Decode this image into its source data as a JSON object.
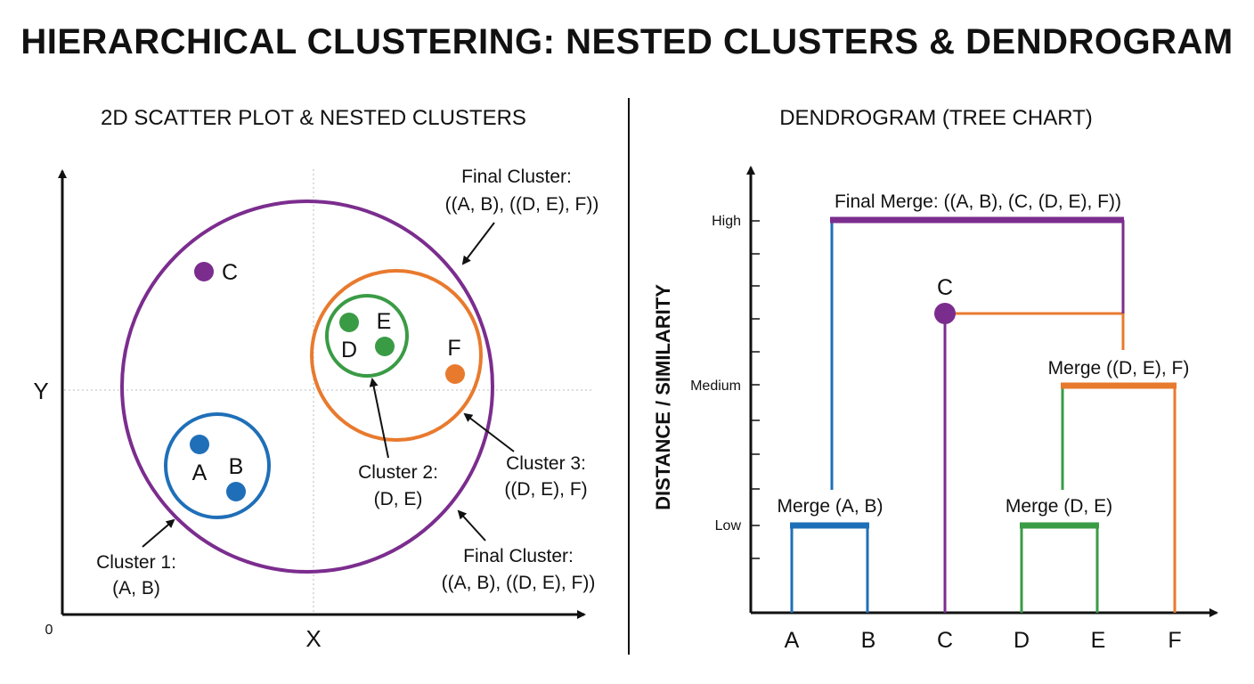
{
  "title": "HIERARCHICAL CLUSTERING: NESTED CLUSTERS & DENDROGRAM",
  "colors": {
    "purple": "#7b2d8e",
    "blue": "#1f6fb8",
    "green": "#3a9b45",
    "orange": "#e87a2e",
    "axis": "#111111",
    "gridline": "#bbbbbb"
  },
  "scatter": {
    "title": "2D SCATTER PLOT & NESTED CLUSTERS",
    "x_label": "X",
    "y_label": "Y",
    "origin_label": "0",
    "points": [
      {
        "label": "A",
        "color": "blue"
      },
      {
        "label": "B",
        "color": "blue"
      },
      {
        "label": "C",
        "color": "purple"
      },
      {
        "label": "D",
        "color": "green"
      },
      {
        "label": "E",
        "color": "green"
      },
      {
        "label": "F",
        "color": "orange"
      }
    ],
    "annotations": {
      "final_top": [
        "Final Cluster:",
        "((A, B), ((D, E), F))"
      ],
      "final_bottom": [
        "Final Cluster:",
        "((A, B), ((D, E), F))"
      ],
      "cluster1": [
        "Cluster 1:",
        "(A, B)"
      ],
      "cluster2": [
        "Cluster 2:",
        "(D, E)"
      ],
      "cluster3": [
        "Cluster 3:",
        "((D, E), F)"
      ]
    }
  },
  "dendrogram": {
    "title": "DENDROGRAM (TREE CHART)",
    "y_axis_title": "DISTANCE / SIMILARITY",
    "y_ticks": [
      "Low",
      "Medium",
      "High"
    ],
    "leaves": [
      "A",
      "B",
      "C",
      "D",
      "E",
      "F"
    ],
    "c_label": "C",
    "merges": {
      "ab": "Merge (A, B)",
      "de": "Merge (D, E)",
      "def": "Merge ((D, E), F)",
      "final": "Final Merge: ((A, B), (C, (D, E), F))"
    }
  }
}
